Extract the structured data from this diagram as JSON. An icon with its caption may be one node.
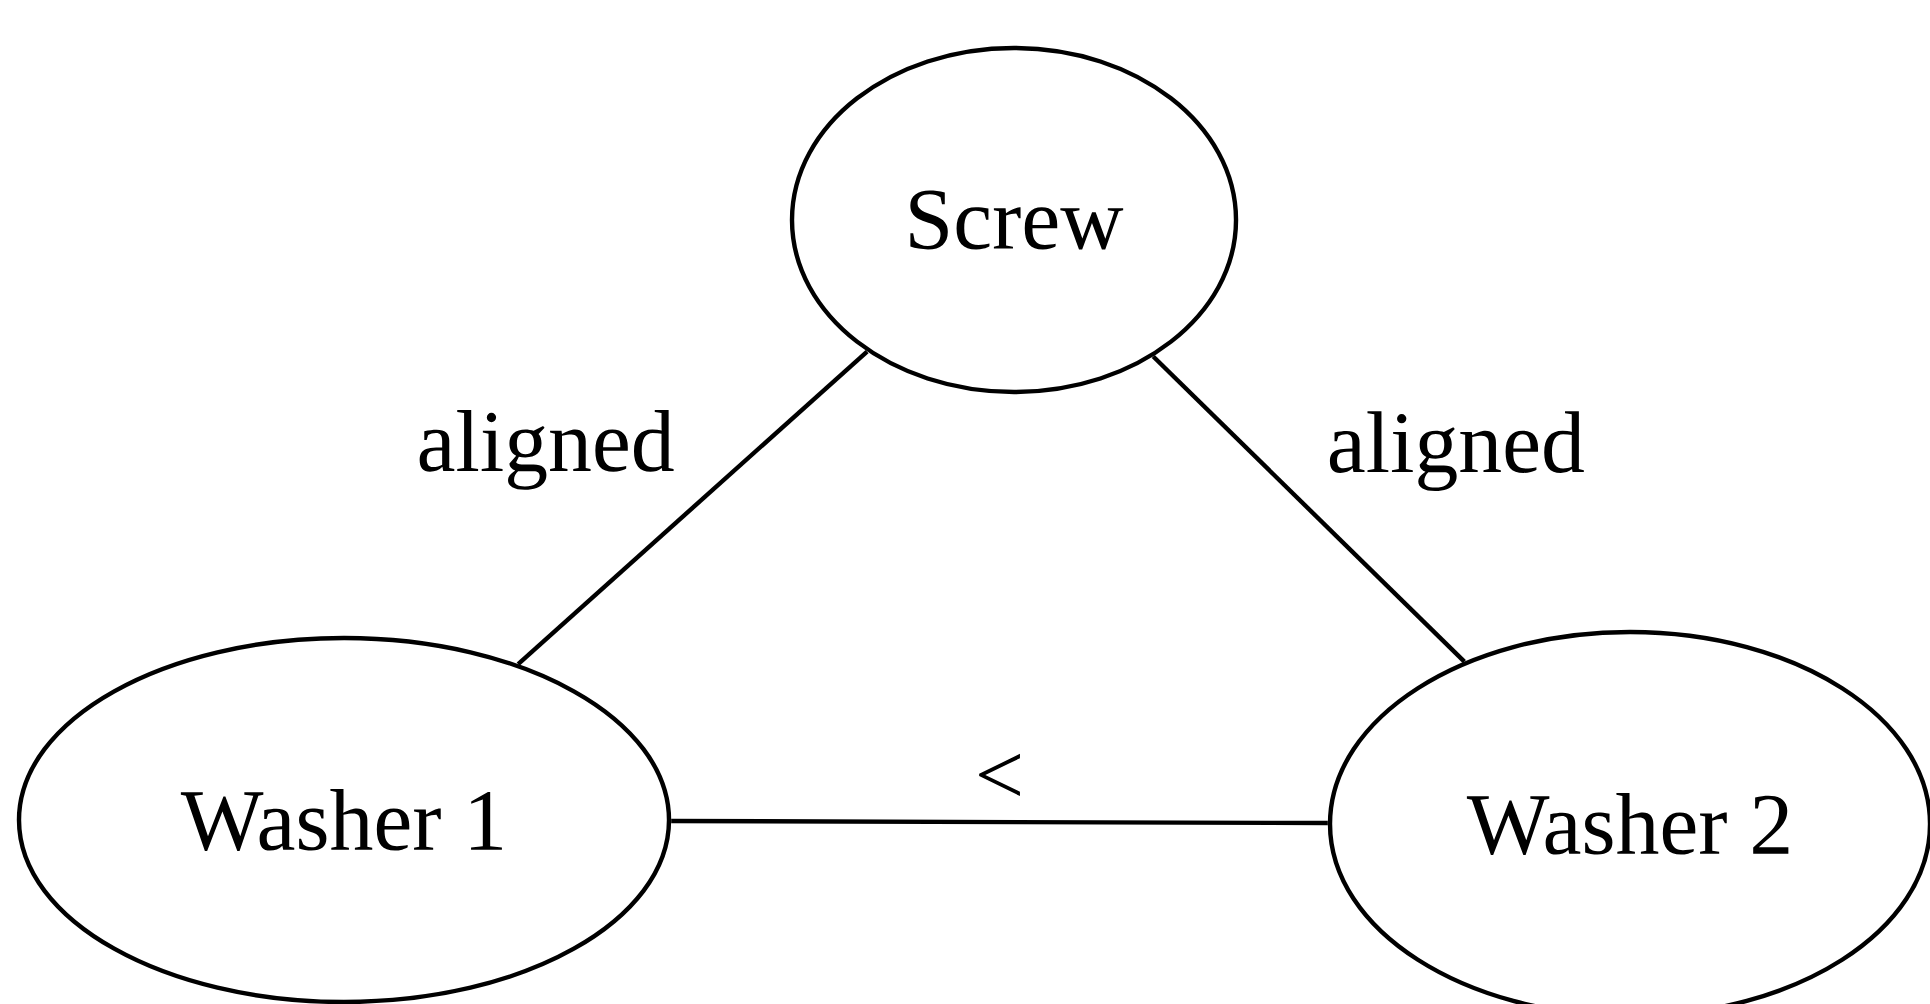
{
  "diagram": {
    "nodes": [
      {
        "text": [
          "Screw"
        ]
      },
      {
        "text": [
          "Washer 1"
        ]
      },
      {
        "text": [
          "Washer 2"
        ]
      }
    ],
    "edges": [
      {
        "from": 0,
        "to": 1,
        "arrow": "none",
        "label": "aligned"
      },
      {
        "from": 0,
        "to": 2,
        "arrow": "none",
        "label": "aligned"
      },
      {
        "from": 2,
        "to": 1,
        "arrow": "none",
        "label": "<"
      }
    ]
  }
}
